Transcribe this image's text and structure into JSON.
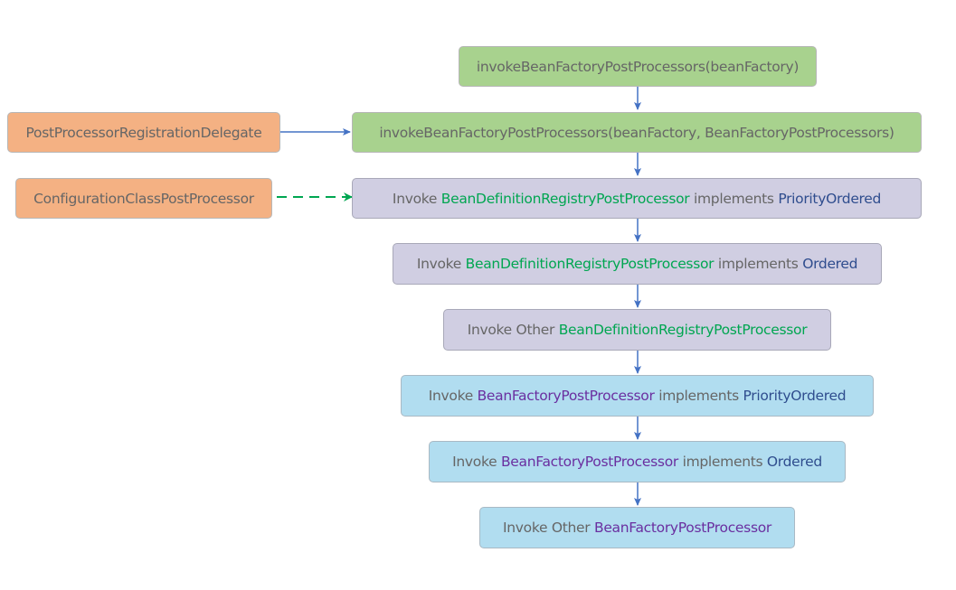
{
  "nodes": {
    "invoke_single": {
      "text": "invokeBeanFactoryPostProcessors(beanFactory)"
    },
    "delegate": {
      "text": "PostProcessorRegistrationDelegate"
    },
    "invoke_double": {
      "text": "invokeBeanFactoryPostProcessors(beanFactory, BeanFactoryPostProcessors)"
    },
    "config_class": {
      "text": "ConfigurationClassPostProcessor"
    },
    "bdrpp_priority": {
      "prefix": "Invoke ",
      "subject": "BeanDefinitionRegistryPostProcessor",
      "middle": " implements ",
      "iface": "PriorityOrdered"
    },
    "bdrpp_ordered": {
      "prefix": "Invoke ",
      "subject": "BeanDefinitionRegistryPostProcessor",
      "middle": " implements ",
      "iface": "Ordered"
    },
    "bdrpp_other": {
      "prefix": "Invoke Other ",
      "subject": "BeanDefinitionRegistryPostProcessor"
    },
    "bfpp_priority": {
      "prefix": "Invoke ",
      "subject": "BeanFactoryPostProcessor",
      "middle": " implements ",
      "iface": "PriorityOrdered"
    },
    "bfpp_ordered": {
      "prefix": "Invoke ",
      "subject": "BeanFactoryPostProcessor",
      "middle": " implements ",
      "iface": "Ordered"
    },
    "bfpp_other": {
      "prefix": "Invoke Other ",
      "subject": "BeanFactoryPostProcessor"
    }
  },
  "colors": {
    "green_box": "#a8d28e",
    "orange_box": "#f4b183",
    "purple_box": "#d0cee2",
    "blue_box": "#b1ddf0",
    "arrow_blue": "#4472c4",
    "arrow_dashed_green": "#00a651",
    "text_grey": "#666666",
    "text_green": "#00a651",
    "text_navy": "#2f4d8e",
    "text_violet": "#6a2fa0"
  }
}
